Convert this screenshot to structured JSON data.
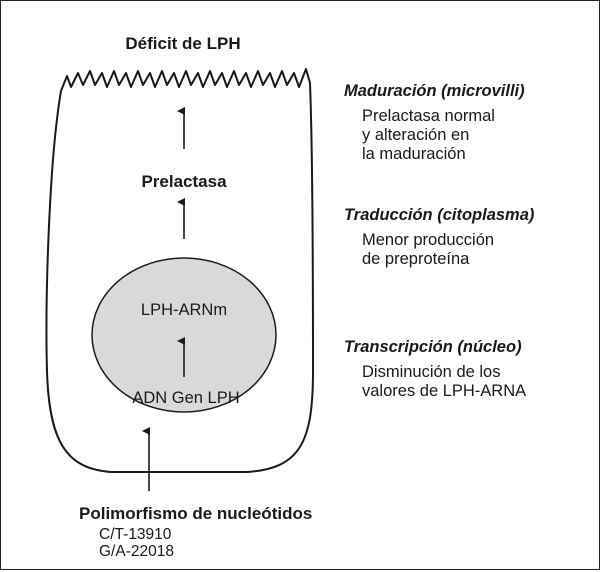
{
  "top_label": "Déficit de LPH",
  "mid_label": "Prelactasa",
  "nucleus": {
    "top_label": "LPH-ARNm",
    "bottom_label": "ADN Gen LPH"
  },
  "bottom": {
    "title": "Polimorfismo de nucleótidos",
    "variants": [
      "C/T-13910",
      "G/A-22018"
    ]
  },
  "stages": [
    {
      "title": "Maduración (microvilli)",
      "lines": [
        "Prelactasa normal",
        "y alteración en",
        "la maduración"
      ]
    },
    {
      "title": "Traducción (citoplasma)",
      "lines": [
        "Menor producción",
        "de preproteína"
      ]
    },
    {
      "title": "Transcripción (núcleo)",
      "lines": [
        "Disminución de los",
        "valores de LPH-ARNA"
      ]
    }
  ],
  "colors": {
    "nucleus_fill": "#d9d9d9",
    "stroke": "#1a1a1a"
  }
}
